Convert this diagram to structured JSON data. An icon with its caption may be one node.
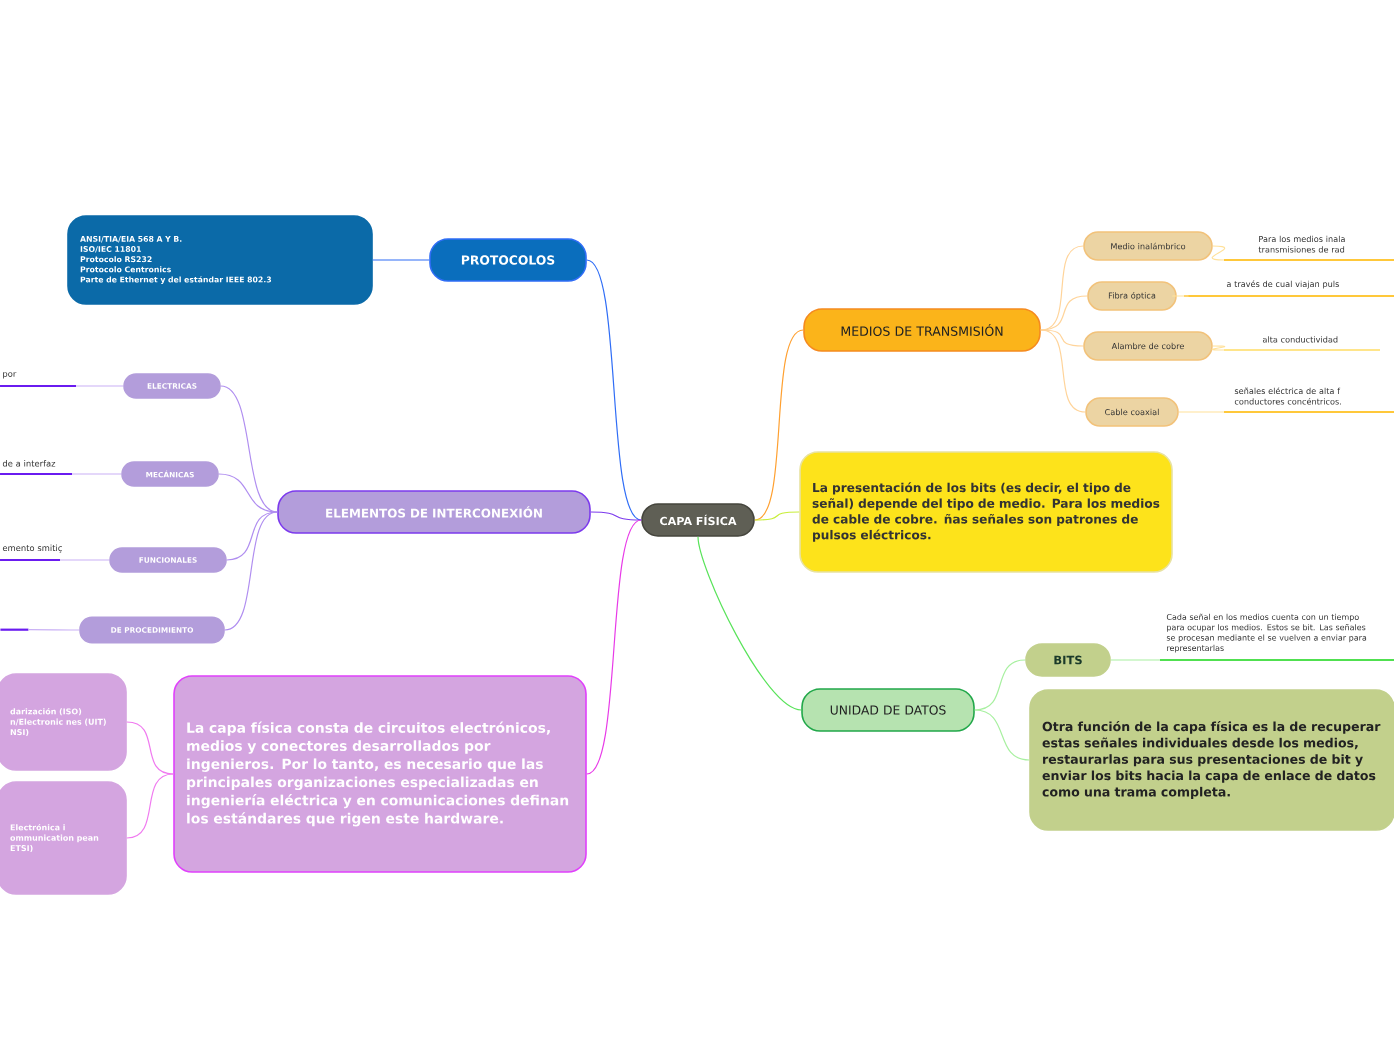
{
  "diagram": {
    "nodes": [
      {
        "text": [
          "CAPA FÍSICA"
        ]
      },
      {
        "text": [
          "PROTOCOLOS"
        ]
      },
      {
        "text": [
          "ANSI/TIA/EIA 568 A Y B.",
          "ISO/IEC 11801",
          "Protocolo RS232",
          "Protocolo Centronics",
          "Parte de Ethernet y del estándar IEEE 802.3"
        ]
      },
      {
        "text": [
          "ELEMENTOS DE INTERCONEXIÓN"
        ]
      },
      {
        "text": [
          "ELECTRICAS"
        ]
      },
      {
        "text": [
          "MECÁNICAS"
        ]
      },
      {
        "text": [
          "FUNCIONALES"
        ]
      },
      {
        "text": [
          "DE PROCEDIMIENTO"
        ]
      },
      {
        "text": [
          "por"
        ]
      },
      {
        "text": [
          "de a interfaz"
        ]
      },
      {
        "text": [
          "emento smitiç"
        ]
      },
      {
        "text": [],
        "shape": "bar"
      },
      {
        "text": [
          "La capa física consta de circuitos electrónicos, medios y conectores desarrollados por ingenieros. Por lo tanto, es necesario que las principales organizaciones especializadas en ingeniería eléctrica y en comunicaciones definan los estándares que rigen este hardware."
        ]
      },
      {
        "text": [
          "darización (ISO) n/Electronic nes (UIT) NSI)"
        ]
      },
      {
        "text": [
          "Electrónica i ommunication pean ETSI)"
        ]
      },
      {
        "text": [
          "MEDIOS DE TRANSMISIÓN"
        ]
      },
      {
        "text": [
          "Medio inalámbrico"
        ]
      },
      {
        "text": [
          "Fibra óptica"
        ]
      },
      {
        "text": [
          "Alambre de cobre"
        ]
      },
      {
        "text": [
          "Cable coaxial"
        ]
      },
      {
        "text": [
          "Para los medios inala transmisiones de rad"
        ]
      },
      {
        "text": [
          "a través de cual viajan puls"
        ]
      },
      {
        "text": [
          "alta conductividad"
        ]
      },
      {
        "text": [
          "señales eléctrica de alta f conductores concéntricos."
        ]
      },
      {
        "text": [
          "La presentación de los bits (es decir, el tipo de señal) depende del tipo de medio. Para los medios de cable de cobre. ñas señales son patrones de pulsos eléctricos."
        ]
      },
      {
        "text": [
          "UNIDAD DE DATOS"
        ]
      },
      {
        "text": [
          "BITS"
        ]
      },
      {
        "text": [
          "Cada señal en los medios cuenta con un tiempo para ocupar los medios. Estos se bit. Las señales se procesan mediante el se vuelven a enviar para representarlas"
        ]
      },
      {
        "text": [
          "Otra función de la capa física es la de recuperar estas señales individuales desde los medios, restaurarlas para sus presentaciones de bit y enviar los bits hacia la capa de enlace de datos como una trama completa."
        ]
      }
    ],
    "edges": [
      {
        "from": 0,
        "to": 1,
        "arrow": "none",
        "color": "#2f6df6"
      },
      {
        "from": 1,
        "to": 2,
        "arrow": "none",
        "color": "#2f6df6"
      },
      {
        "from": 0,
        "to": 3,
        "arrow": "none",
        "color": "#7c3aed"
      },
      {
        "from": 3,
        "to": 4,
        "arrow": "none",
        "color": "#b08ef0"
      },
      {
        "from": 3,
        "to": 5,
        "arrow": "none",
        "color": "#b08ef0"
      },
      {
        "from": 3,
        "to": 6,
        "arrow": "none",
        "color": "#b08ef0"
      },
      {
        "from": 3,
        "to": 7,
        "arrow": "none",
        "color": "#b08ef0"
      },
      {
        "from": 4,
        "to": 8,
        "arrow": "none",
        "color": "#c9b0f5"
      },
      {
        "from": 5,
        "to": 9,
        "arrow": "none",
        "color": "#c9b0f5"
      },
      {
        "from": 6,
        "to": 10,
        "arrow": "none",
        "color": "#c9b0f5"
      },
      {
        "from": 7,
        "to": 11,
        "arrow": "none",
        "color": "#c9b0f5"
      },
      {
        "from": 0,
        "to": 12,
        "arrow": "none",
        "color": "#e83ae8"
      },
      {
        "from": 12,
        "to": 13,
        "arrow": "none",
        "color": "#f07af0"
      },
      {
        "from": 12,
        "to": 14,
        "arrow": "none",
        "color": "#f07af0"
      },
      {
        "from": 0,
        "to": 15,
        "arrow": "none",
        "color": "#ffa030"
      },
      {
        "from": 15,
        "to": 16,
        "arrow": "none",
        "color": "#ffd49a"
      },
      {
        "from": 15,
        "to": 17,
        "arrow": "none",
        "color": "#ffd49a"
      },
      {
        "from": 15,
        "to": 18,
        "arrow": "none",
        "color": "#ffd49a"
      },
      {
        "from": 15,
        "to": 19,
        "arrow": "none",
        "color": "#ffd49a"
      },
      {
        "from": 16,
        "to": 20,
        "arrow": "none",
        "color": "#ffe19a"
      },
      {
        "from": 17,
        "to": 21,
        "arrow": "none",
        "color": "#ffe19a"
      },
      {
        "from": 18,
        "to": 22,
        "arrow": "none",
        "color": "#ffe19a"
      },
      {
        "from": 19,
        "to": 23,
        "arrow": "none",
        "color": "#ffe19a"
      },
      {
        "from": 0,
        "to": 24,
        "arrow": "none",
        "color": "#c8ee3a"
      },
      {
        "from": 0,
        "to": 25,
        "arrow": "none",
        "color": "#59e35a"
      },
      {
        "from": 25,
        "to": 26,
        "arrow": "none",
        "color": "#a8f0a0"
      },
      {
        "from": 25,
        "to": 28,
        "arrow": "none",
        "color": "#a8f0a0"
      },
      {
        "from": 26,
        "to": 27,
        "arrow": "none",
        "color": "#a8f0a0"
      }
    ]
  }
}
